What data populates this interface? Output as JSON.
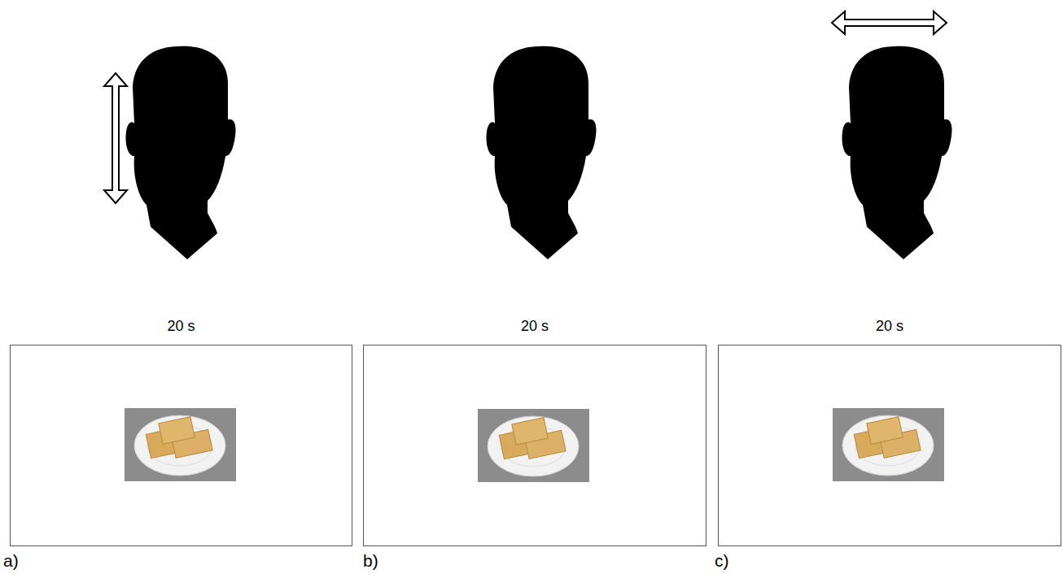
{
  "diagram": {
    "nodes": [
      {
        "text": [
          "20 s"
        ]
      },
      {
        "text": [
          "20 s"
        ]
      },
      {
        "text": [
          "20 s"
        ]
      }
    ],
    "labels": [
      "a)",
      "b)",
      "c)"
    ]
  }
}
